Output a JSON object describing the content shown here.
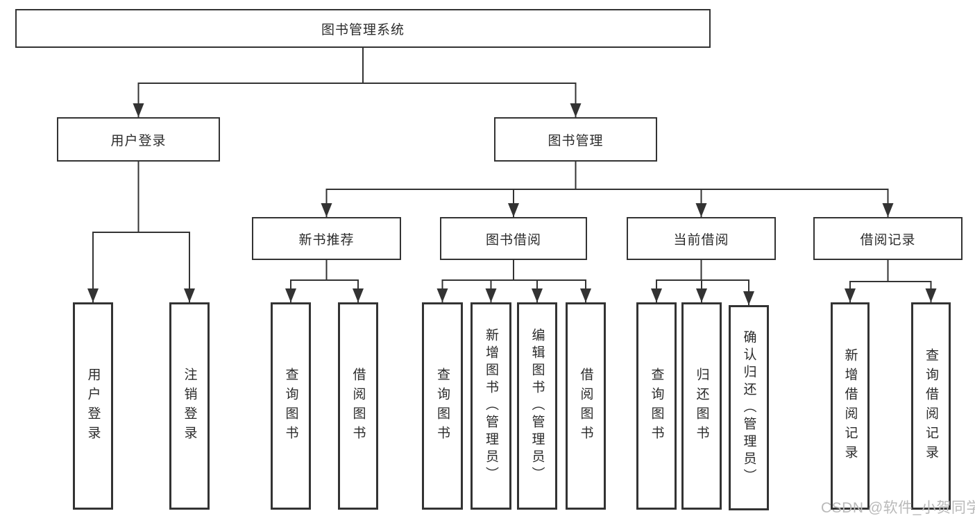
{
  "diagram": {
    "root": {
      "label": "图书管理系统"
    },
    "level2": [
      {
        "id": "user-login",
        "label": "用户登录"
      },
      {
        "id": "book-management",
        "label": "图书管理"
      }
    ],
    "level3": [
      {
        "id": "new-book-recommend",
        "label": "新书推荐"
      },
      {
        "id": "book-borrowing",
        "label": "图书借阅"
      },
      {
        "id": "current-borrowing",
        "label": "当前借阅"
      },
      {
        "id": "borrowing-records",
        "label": "借阅记录"
      }
    ],
    "leaves": [
      {
        "id": "user-login-leaf",
        "parent": "user-login",
        "label": "用户登录"
      },
      {
        "id": "logout",
        "parent": "user-login",
        "label": "注销登录"
      },
      {
        "id": "query-books-1",
        "parent": "new-book-recommend",
        "label": "查询图书"
      },
      {
        "id": "borrow-books-1",
        "parent": "new-book-recommend",
        "label": "借阅图书"
      },
      {
        "id": "query-books-2",
        "parent": "book-borrowing",
        "label": "查询图书"
      },
      {
        "id": "add-books-admin",
        "parent": "book-borrowing",
        "label": "新增图书（管理员）"
      },
      {
        "id": "edit-books-admin",
        "parent": "book-borrowing",
        "label": "编辑图书（管理员）"
      },
      {
        "id": "borrow-books-2",
        "parent": "book-borrowing",
        "label": "借阅图书"
      },
      {
        "id": "query-books-3",
        "parent": "current-borrowing",
        "label": "查询图书"
      },
      {
        "id": "return-books",
        "parent": "current-borrowing",
        "label": "归还图书"
      },
      {
        "id": "confirm-return-admin",
        "parent": "current-borrowing",
        "label": "确认归还（管理员）"
      },
      {
        "id": "add-borrow-record",
        "parent": "borrowing-records",
        "label": "新增借阅记录"
      },
      {
        "id": "query-borrow-record",
        "parent": "borrowing-records",
        "label": "查询借阅记录"
      }
    ],
    "colors": {
      "line": "#333333",
      "box_border": "#333333",
      "text": "#2b2b2b",
      "background": "#ffffff",
      "watermark_text": "#b9b9b9"
    },
    "watermark": "CSDN @软件_小贺同学"
  }
}
